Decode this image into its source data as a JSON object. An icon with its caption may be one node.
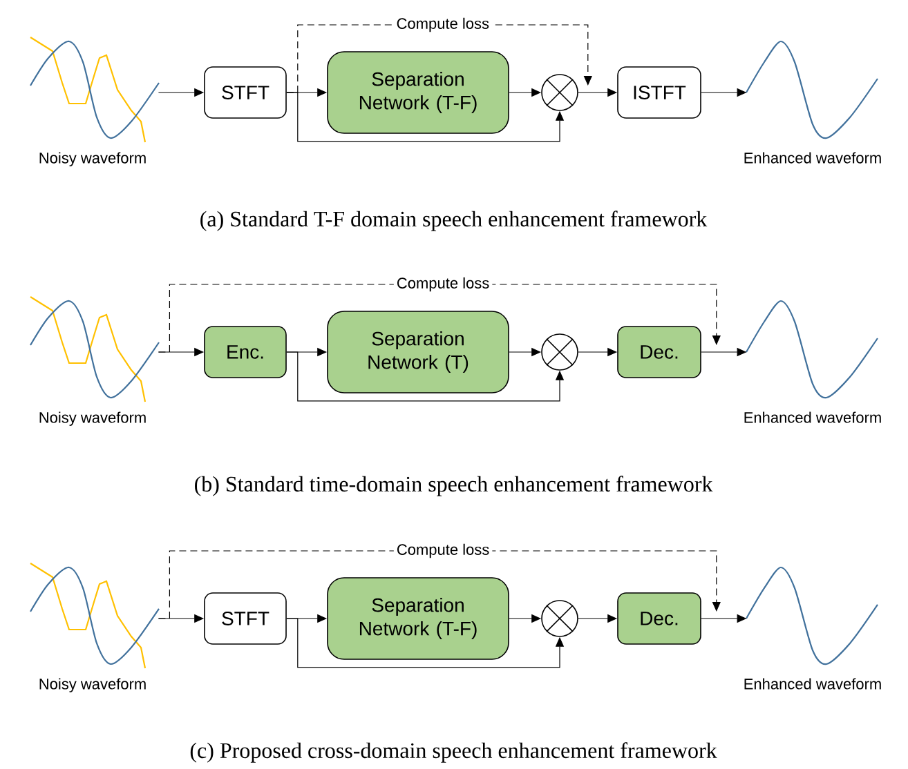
{
  "diagram": {
    "nodes": [
      {
        "text": [
          "Noisy waveform"
        ]
      },
      {
        "text": [
          "STFT"
        ]
      },
      {
        "text": [
          "Separation Network (T-F)"
        ]
      },
      {
        "text": [],
        "shape": "circle"
      },
      {
        "text": [
          "ISTFT"
        ]
      },
      {
        "text": [
          "Enhanced waveform"
        ]
      },
      {
        "text": [
          "Noisy waveform"
        ]
      },
      {
        "text": [
          "Enc."
        ]
      },
      {
        "text": [
          "Separation Network (T)"
        ]
      },
      {
        "text": [],
        "shape": "circle"
      },
      {
        "text": [
          "Dec."
        ]
      },
      {
        "text": [
          "Enhanced waveform"
        ]
      },
      {
        "text": [
          "Noisy waveform"
        ]
      },
      {
        "text": [
          "STFT"
        ]
      },
      {
        "text": [
          "Separation Network (T-F)"
        ]
      },
      {
        "text": [],
        "shape": "circle"
      },
      {
        "text": [
          "Dec."
        ]
      },
      {
        "text": [
          "Enhanced waveform"
        ]
      }
    ],
    "edges": [
      {
        "from": 0,
        "to": 1,
        "arrow": "to"
      },
      {
        "from": 1,
        "to": 2,
        "arrow": "to"
      },
      {
        "from": 2,
        "to": 3,
        "arrow": "to"
      },
      {
        "from": 1,
        "to": 3,
        "arrow": "to"
      },
      {
        "from": 3,
        "to": 4,
        "arrow": "to"
      },
      {
        "from": 4,
        "to": 5,
        "arrow": "to"
      },
      {
        "from": 1,
        "to": 3,
        "arrow": "to",
        "style": "dashed",
        "label": "Compute loss"
      },
      {
        "from": 6,
        "to": 7,
        "arrow": "to"
      },
      {
        "from": 7,
        "to": 8,
        "arrow": "to"
      },
      {
        "from": 8,
        "to": 9,
        "arrow": "to"
      },
      {
        "from": 7,
        "to": 9,
        "arrow": "to"
      },
      {
        "from": 9,
        "to": 10,
        "arrow": "to"
      },
      {
        "from": 10,
        "to": 11,
        "arrow": "to"
      },
      {
        "from": 6,
        "to": 10,
        "arrow": "to",
        "style": "dashed",
        "label": "Compute loss"
      },
      {
        "from": 12,
        "to": 13,
        "arrow": "to"
      },
      {
        "from": 13,
        "to": 14,
        "arrow": "to"
      },
      {
        "from": 14,
        "to": 15,
        "arrow": "to"
      },
      {
        "from": 13,
        "to": 15,
        "arrow": "to"
      },
      {
        "from": 15,
        "to": 16,
        "arrow": "to"
      },
      {
        "from": 16,
        "to": 17,
        "arrow": "to"
      },
      {
        "from": 12,
        "to": 16,
        "arrow": "to",
        "style": "dashed",
        "label": "Compute loss"
      }
    ],
    "labels": [
      "(a) Standard T-F domain speech enhancement framework",
      "(b) Standard time-domain speech enhancement framework",
      "(c) Proposed cross-domain speech enhancement framework"
    ]
  }
}
